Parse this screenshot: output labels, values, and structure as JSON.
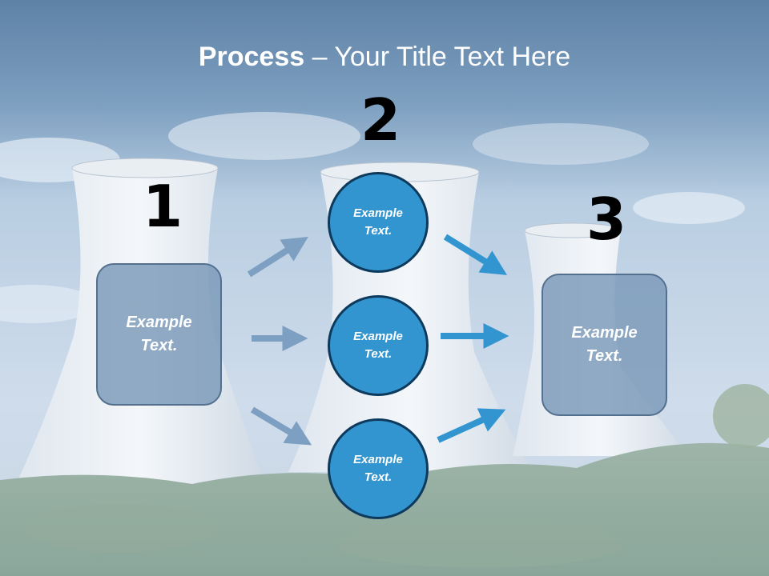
{
  "title": {
    "bold": "Process",
    "rest": " – Your Title Text Here"
  },
  "steps": [
    {
      "number": "1",
      "text_line1": "Example",
      "text_line2": "Text."
    },
    {
      "number": "2"
    },
    {
      "number": "3",
      "text_line1": "Example",
      "text_line2": "Text."
    }
  ],
  "circles": [
    {
      "line1": "Example",
      "line2": "Text."
    },
    {
      "line1": "Example",
      "line2": "Text."
    },
    {
      "line1": "Example",
      "line2": "Text."
    }
  ],
  "colors": {
    "box_fill": "#7a98b8",
    "circle_fill": "#3395cf",
    "left_arrow": "#7d9fc2",
    "right_arrow": "#3395cf"
  }
}
